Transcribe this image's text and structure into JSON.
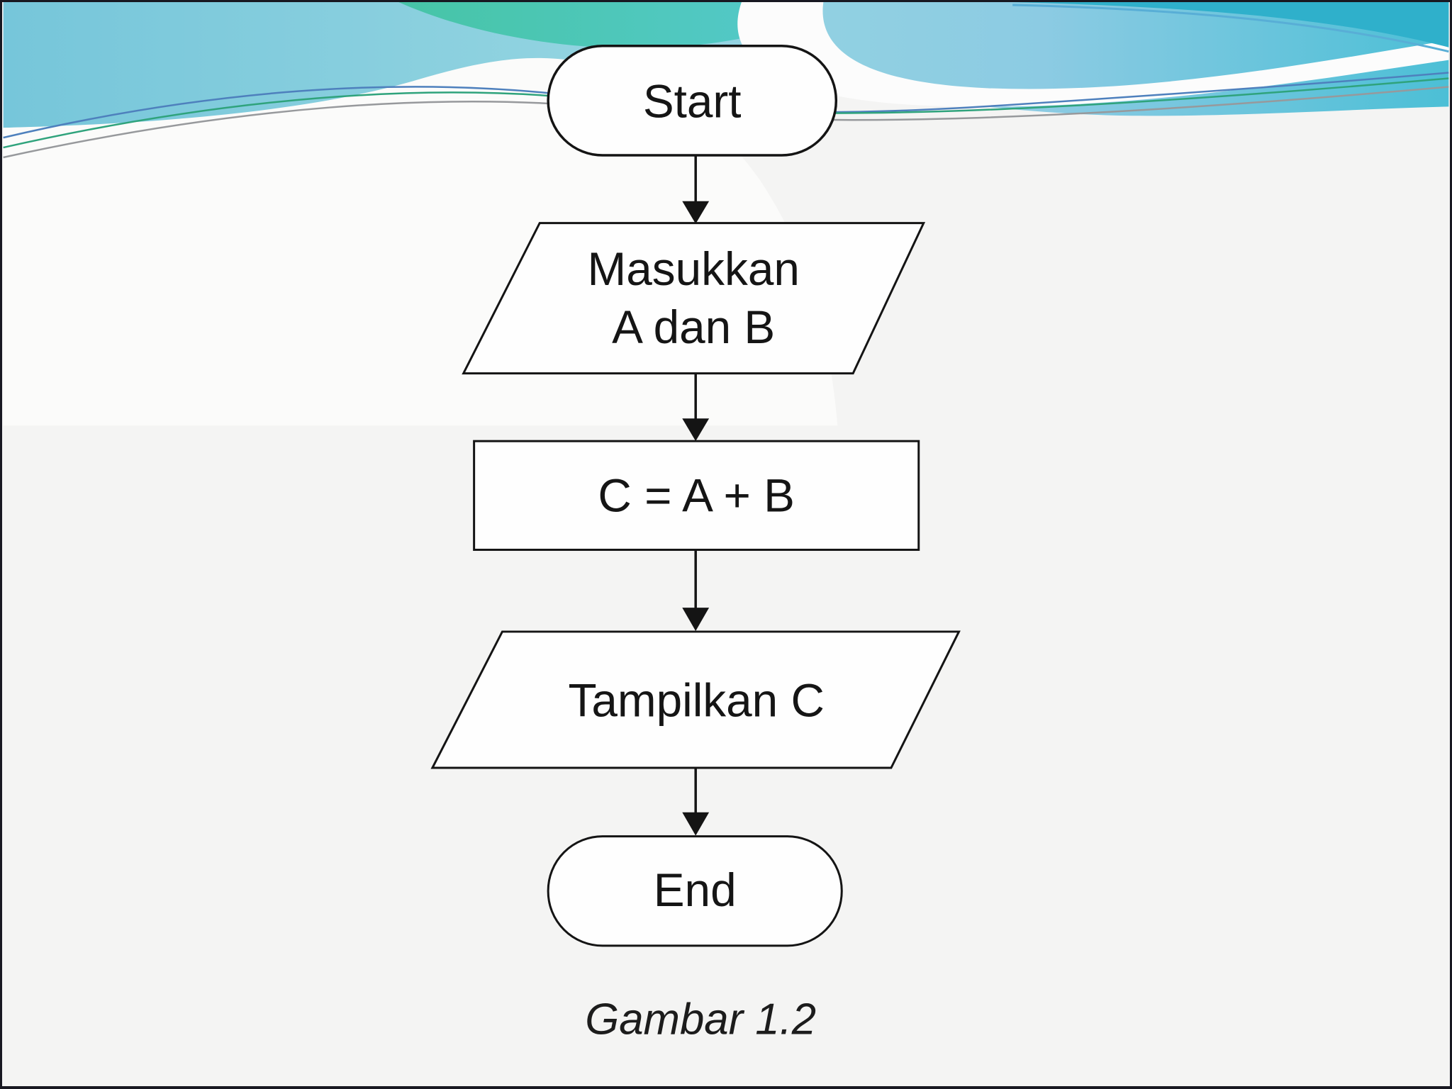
{
  "slide": {
    "caption": "Gambar 1.2"
  },
  "flowchart": {
    "nodes": [
      {
        "type": "terminator",
        "label": "Start"
      },
      {
        "type": "input-parallelogram",
        "label": "Masukkan A dan B",
        "line1": "Masukkan",
        "line2": "A dan B"
      },
      {
        "type": "process-rectangle",
        "label": "C = A + B"
      },
      {
        "type": "output-parallelogram",
        "label": "Tampilkan C"
      },
      {
        "type": "terminator",
        "label": "End"
      }
    ]
  },
  "colors": {
    "slide_background": "#f4f4f3",
    "sky_left": "#76c6da",
    "sky_mid": "#95d5e1",
    "sky_mid2": "#8ccbe3",
    "sky_right": "#4cbfd6",
    "green_band_start": "#3fc3a0",
    "green_band_end": "#4cc8c6",
    "dark_wave": "#2fb0cb",
    "wave_arc_line": "#58aed6",
    "swoosh_white": "#fcfcfc",
    "hill_white": "#fbfbfa",
    "thin_line_blue": "#4e80bd",
    "thin_line_green": "#2fa37c",
    "thin_line_gray": "#97999c",
    "node_fill": "#fefefe",
    "node_stroke": "#141414",
    "connector": "#141414"
  }
}
